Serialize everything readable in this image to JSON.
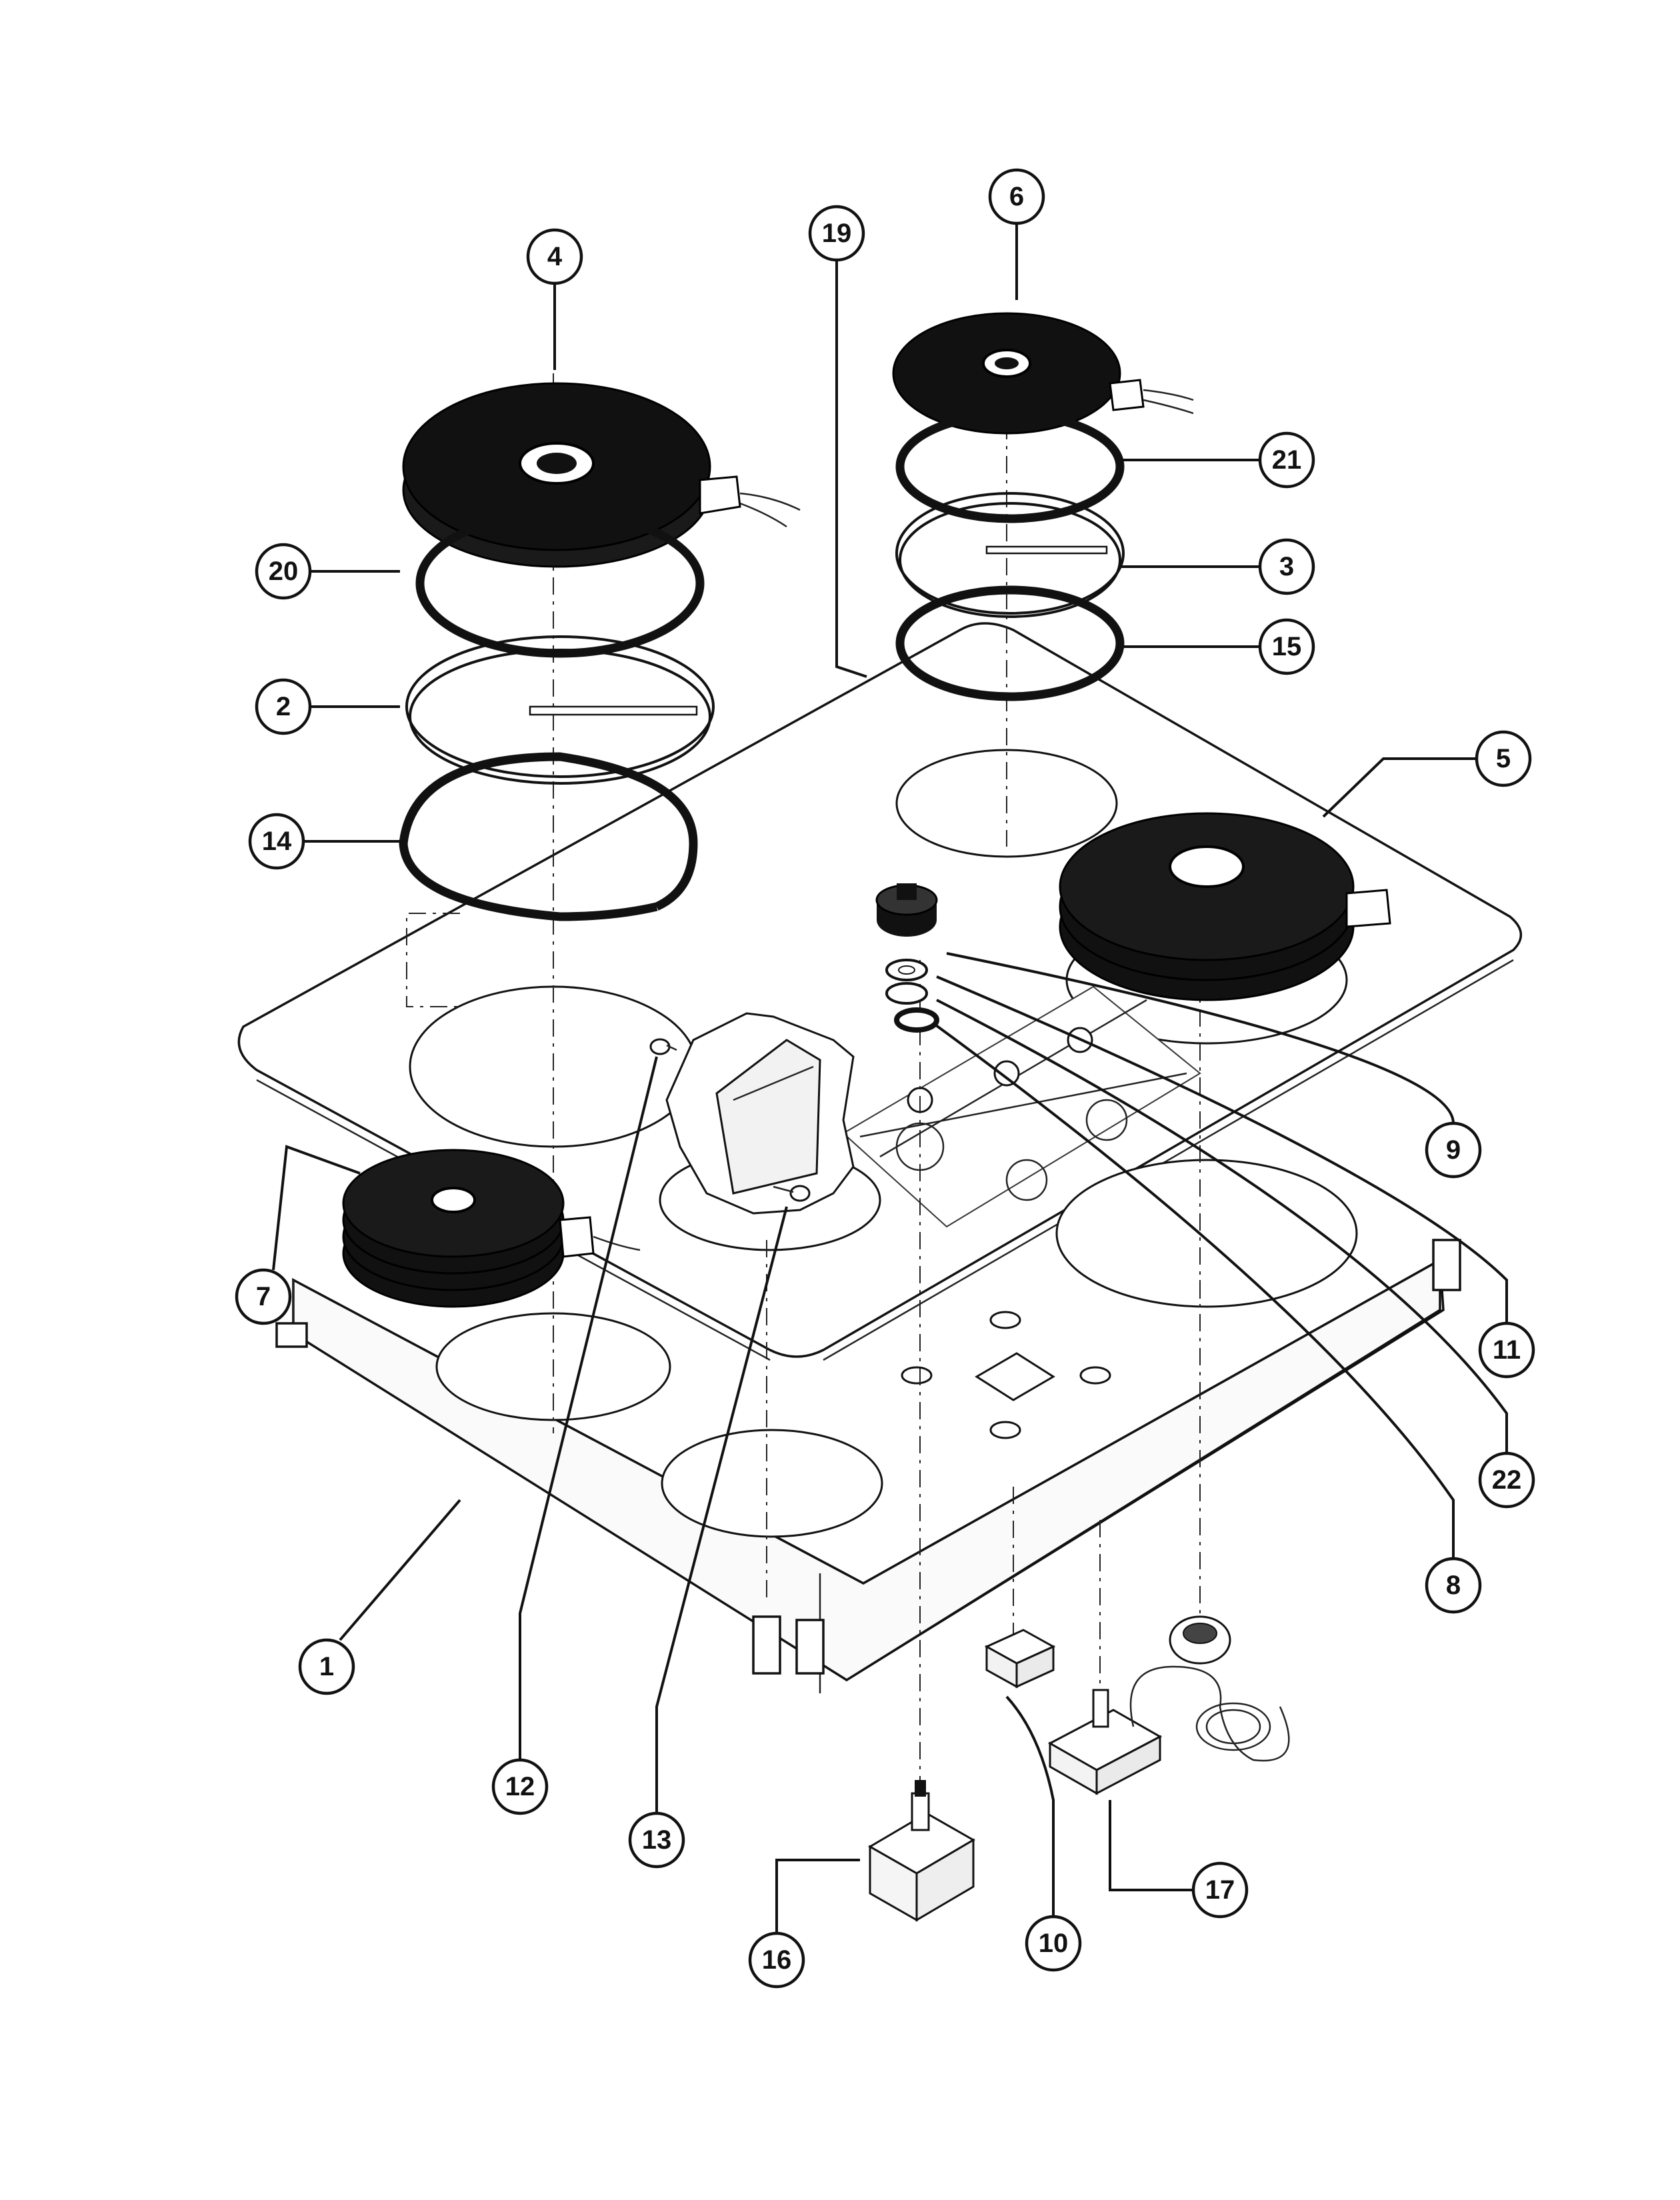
{
  "diagram": {
    "callouts": [
      {
        "id": "c1",
        "label": "1"
      },
      {
        "id": "c2",
        "label": "2"
      },
      {
        "id": "c3",
        "label": "3"
      },
      {
        "id": "c4",
        "label": "4"
      },
      {
        "id": "c5",
        "label": "5"
      },
      {
        "id": "c6",
        "label": "6"
      },
      {
        "id": "c7",
        "label": "7"
      },
      {
        "id": "c8",
        "label": "8"
      },
      {
        "id": "c9",
        "label": "9"
      },
      {
        "id": "c10",
        "label": "10"
      },
      {
        "id": "c11",
        "label": "11"
      },
      {
        "id": "c12",
        "label": "12"
      },
      {
        "id": "c13",
        "label": "13"
      },
      {
        "id": "c14",
        "label": "14"
      },
      {
        "id": "c15",
        "label": "15"
      },
      {
        "id": "c16",
        "label": "16"
      },
      {
        "id": "c17",
        "label": "17"
      },
      {
        "id": "c19",
        "label": "19"
      },
      {
        "id": "c20",
        "label": "20"
      },
      {
        "id": "c21",
        "label": "21"
      },
      {
        "id": "c22",
        "label": "22"
      }
    ],
    "colors": {
      "ink": "#111111",
      "paper": "#ffffff"
    }
  }
}
